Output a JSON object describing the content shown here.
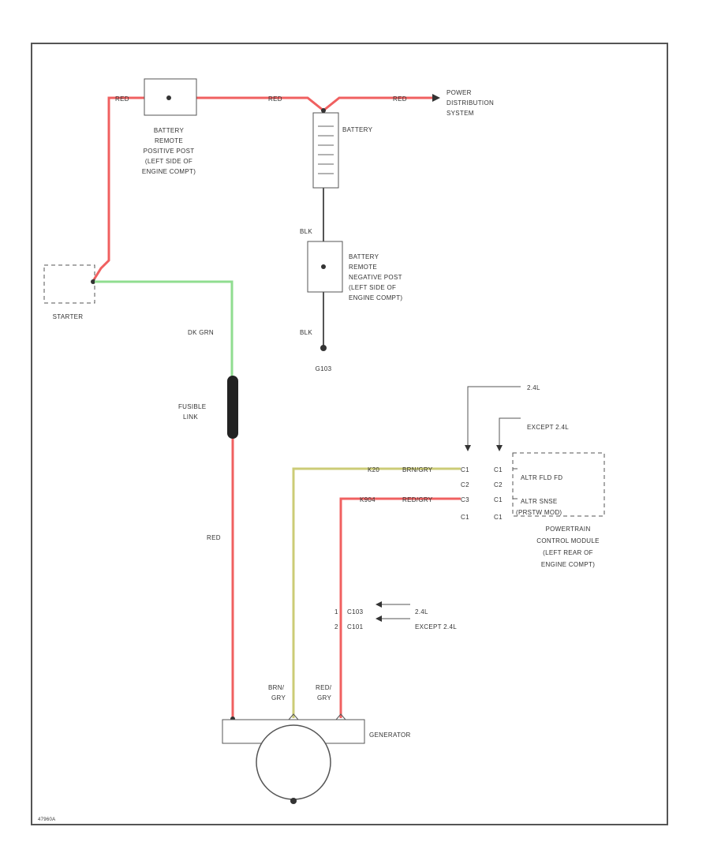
{
  "components": {
    "battery_remote_positive": [
      "BATTERY",
      "REMOTE",
      "POSITIVE POST",
      "(LEFT SIDE OF",
      "ENGINE COMPT)"
    ],
    "battery": "BATTERY",
    "power_distribution": [
      "POWER",
      "DISTRIBUTION",
      "SYSTEM"
    ],
    "battery_remote_negative": [
      "BATTERY",
      "REMOTE",
      "NEGATIVE POST",
      "(LEFT SIDE OF",
      "ENGINE COMPT)"
    ],
    "ground": "G103",
    "starter": "STARTER",
    "fusible_link": [
      "FUSIBLE",
      "LINK"
    ],
    "generator": "GENERATOR",
    "pcm_field": "ALTR FLD FD",
    "pcm_sense": [
      "ALTR SNSE",
      "(PRSTW MOD)"
    ],
    "pcm_title": [
      "POWERTRAIN",
      "CONTROL MODULE",
      "(LEFT REAR OF",
      "ENGINE COMPT)"
    ],
    "variant_top_1": "2.4L",
    "variant_top_2": "EXCEPT 2.4L",
    "connector_a": "C103",
    "connector_b": "C101",
    "variant_mid_1": "2.4L",
    "variant_mid_2": "EXCEPT 2.4L",
    "ref_code": "47960A"
  },
  "wires": {
    "red_1": "RED",
    "red_2": "RED",
    "red_3": "RED",
    "blk_1": "BLK",
    "blk_2": "BLK",
    "dk_grn": "DK GRN",
    "red_long": "RED",
    "brn_ckt": "K20",
    "brn_color": "BRN/GRY",
    "red_ckt": "K904",
    "red_color": "RED/GRY",
    "gen_brn": [
      "BRN/",
      "GRY"
    ],
    "gen_red": [
      "RED/",
      "GRY"
    ]
  },
  "pins": {
    "c1": "C1",
    "c2": "C2",
    "c3": "C3",
    "n1": "1",
    "n2": "2",
    "p1": "C1",
    "p2": "C2",
    "p3": "C1",
    "p4": "C1"
  }
}
